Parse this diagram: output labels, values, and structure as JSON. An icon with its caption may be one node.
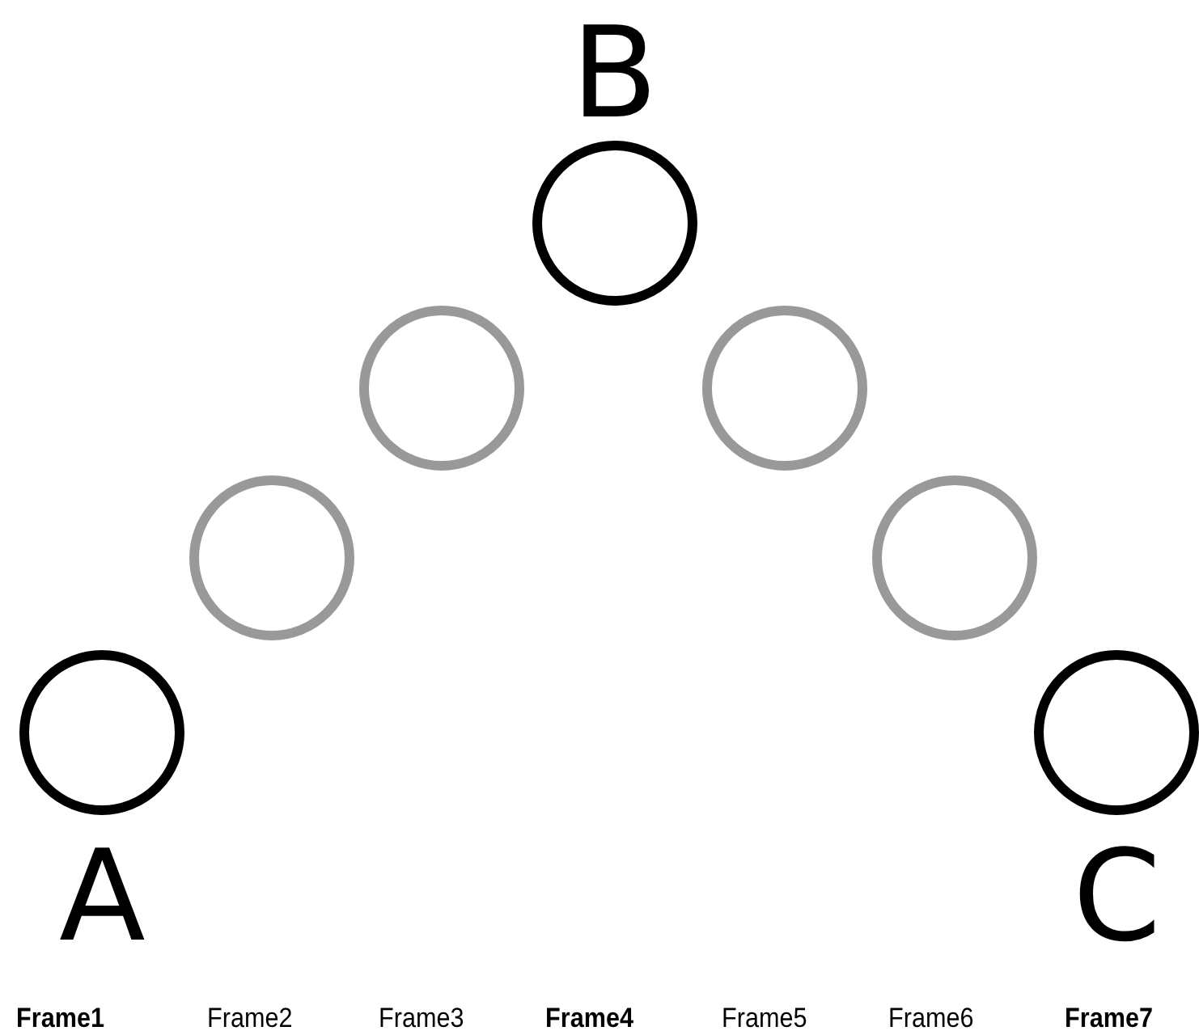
{
  "diagram": {
    "nodes": [
      {
        "text": [
          "A"
        ]
      },
      {
        "text": [],
        "shape": "circle"
      },
      {
        "text": [],
        "shape": "circle"
      },
      {
        "text": [
          "B"
        ]
      },
      {
        "text": [],
        "shape": "circle"
      },
      {
        "text": [],
        "shape": "circle"
      },
      {
        "text": [
          "C"
        ]
      }
    ],
    "edges": [],
    "labels": [
      "Frame1",
      "Frame2",
      "Frame3",
      "Frame4",
      "Frame5",
      "Frame6",
      "Frame7"
    ]
  }
}
